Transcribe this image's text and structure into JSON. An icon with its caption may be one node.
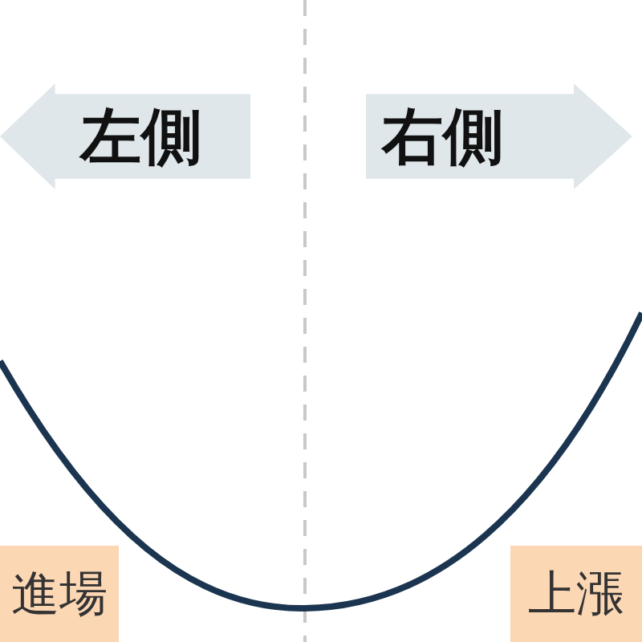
{
  "diagram": {
    "nodes": [
      {
        "text": [
          "左側"
        ]
      },
      {
        "text": [
          "右側"
        ]
      },
      {
        "text": [
          "進場"
        ]
      },
      {
        "text": [
          "上漲"
        ]
      }
    ]
  }
}
